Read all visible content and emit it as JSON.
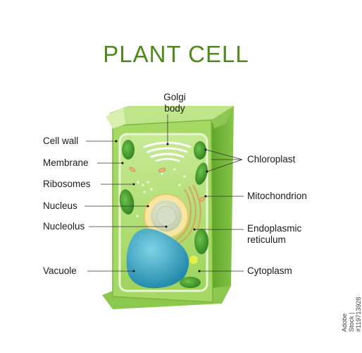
{
  "title": "PLANT CELL",
  "labels": {
    "golgi_line1": "Golgi",
    "golgi_line2": "body",
    "cell_wall": "Cell wall",
    "membrane": "Membrane",
    "ribosomes": "Ribosomes",
    "nucleus": "Nucleus",
    "nucleolus": "Nucleolus",
    "vacuole": "Vacuole",
    "chloroplast": "Chloroplast",
    "mitochondrion": "Mitochondrion",
    "er_line1": "Endoplasmic",
    "er_line2": "reticulum",
    "cytoplasm": "Cytoplasm"
  },
  "watermark": "Adobe Stock | #119713928",
  "colors": {
    "title": "#4f8a1d",
    "wall_light": "#c9ea9a",
    "wall_mid": "#9fd35c",
    "wall_dark": "#6fb234",
    "cytoplasm": "#b5e07c",
    "vacuole": "#3aa9c8",
    "chloroplast": "#3f9a2a",
    "nucleus_ring": "#f3e39a",
    "nucleolus": "#cfd8c0"
  }
}
